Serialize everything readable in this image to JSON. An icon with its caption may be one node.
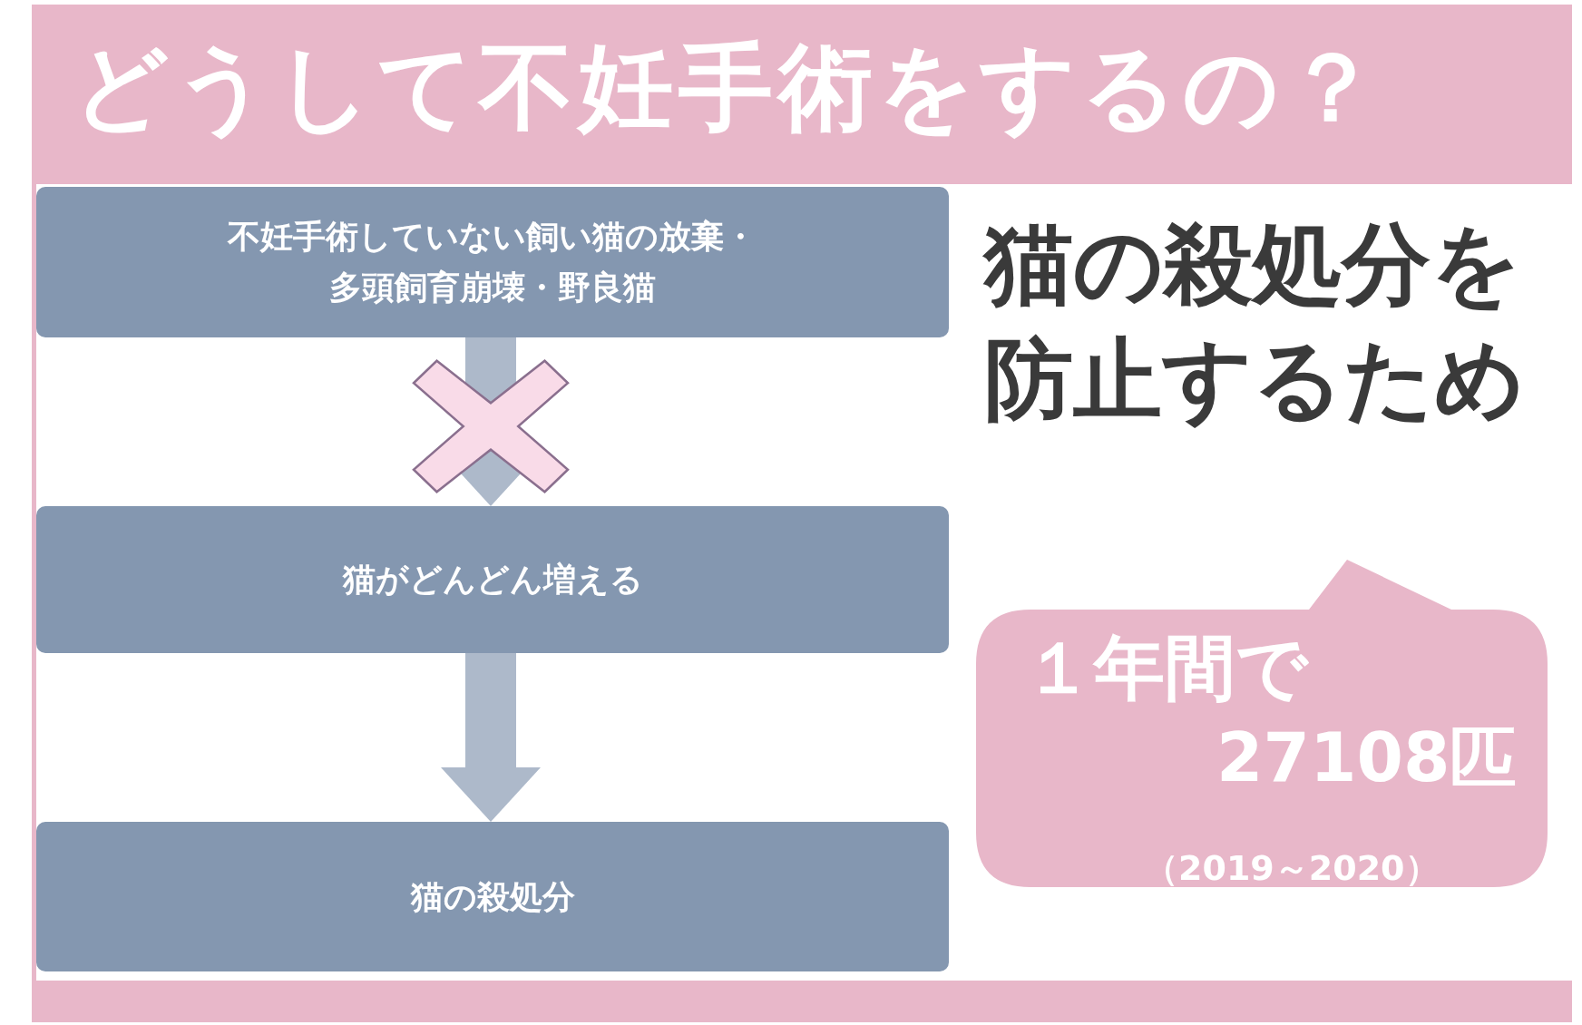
{
  "diagram": {
    "title": "どうして不妊手術をするの？",
    "nodes": [
      {
        "text": [
          "不妊手術していない飼い猫の放棄・多頭飼育崩壊・野良猫"
        ]
      },
      {
        "text": [
          "猫がどんどん増える"
        ]
      },
      {
        "text": [
          "猫の殺処分"
        ]
      },
      {
        "text": [
          "１年間で",
          "27108匹",
          "（2019～2020）"
        ]
      }
    ],
    "edges": [
      {
        "from": 0,
        "to": 1,
        "arrow": "to"
      },
      {
        "from": 1,
        "to": 2,
        "arrow": "to"
      }
    ],
    "labels": [
      "猫の殺処分を防止するため"
    ]
  }
}
